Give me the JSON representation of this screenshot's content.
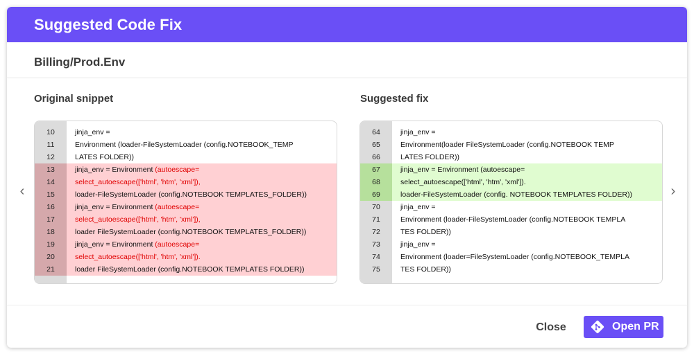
{
  "header": {
    "title": "Suggested Code Fix"
  },
  "subheader": {
    "title": "Billing/Prod.Env"
  },
  "original": {
    "title": "Original snippet",
    "lines": [
      {
        "num": "10",
        "text": "jinja_env =",
        "hl": "",
        "status": "normal"
      },
      {
        "num": "11",
        "text": "Environment (loader-FileSystemLoader (config.NOTEBOOK_TEMP",
        "hl": "",
        "status": "normal"
      },
      {
        "num": "12",
        "text": "LATES FOLDER))",
        "hl": "",
        "status": "normal"
      },
      {
        "num": "13",
        "text": "jinja_env = Environment ",
        "hl": "(autoescape=",
        "status": "removed"
      },
      {
        "num": "14",
        "text": "",
        "hl": "select_autoescape(['html', 'htm', 'xml']),",
        "status": "removed"
      },
      {
        "num": "15",
        "text": "loader-FileSystemLoader (config.NOTEBOOK TEMPLATES_FOLDER))",
        "hl": "",
        "status": "removed"
      },
      {
        "num": "16",
        "text": "jinja_env = Environment ",
        "hl": "(autoescape=",
        "status": "removed"
      },
      {
        "num": "17",
        "text": "",
        "hl": "select_autoescape(['html', 'htm', 'xml']),",
        "status": "removed"
      },
      {
        "num": "18",
        "text": "loader FileSystemLoader (config.NOTEBOOK TEMPLATES_FOLDER))",
        "hl": "",
        "status": "removed"
      },
      {
        "num": "19",
        "text": "jinja_env = Environment ",
        "hl": "(autoescape=",
        "status": "removed"
      },
      {
        "num": "20",
        "text": "",
        "hl": "select_autoescape(['html', 'htm', 'xml']).",
        "status": "removed"
      },
      {
        "num": "21",
        "text": "loader FileSystemLoader (config.NOTEBOOK TEMPLATES FOLDER))",
        "hl": "",
        "status": "removed"
      }
    ]
  },
  "suggested": {
    "title": "Suggested fix",
    "lines": [
      {
        "num": "64",
        "text": "jinja_env =",
        "status": "normal"
      },
      {
        "num": "65",
        "text": "Environment(loader FileSystemLoader (config.NOTEBOOK TEMP",
        "status": "normal"
      },
      {
        "num": "66",
        "text": "LATES FOLDER))",
        "status": "normal"
      },
      {
        "num": "67",
        "text": "jinja_env = Environment (autoescape=",
        "status": "added"
      },
      {
        "num": "68",
        "text": "select_autoescape(['html', 'htm', 'xml']).",
        "status": "added"
      },
      {
        "num": "69",
        "text": "loader-FileSystemLoader (config. NOTEBOOK TEMPLATES FOLDER))",
        "status": "added"
      },
      {
        "num": "70",
        "text": "jinja_env =",
        "status": "normal"
      },
      {
        "num": "71",
        "text": "Environment (loader-FileSystemLoader (config.NOTEBOOK TEMPLA",
        "status": "normal"
      },
      {
        "num": "72",
        "text": "TES FOLDER))",
        "status": "normal"
      },
      {
        "num": "73",
        "text": "jinja_env =",
        "status": "normal"
      },
      {
        "num": "74",
        "text": "Environment (loader=FileSystemLoader (config.NOTEBOOK_TEMPLA",
        "status": "normal"
      },
      {
        "num": "75",
        "text": "TES FOLDER))",
        "status": "normal"
      }
    ]
  },
  "nav": {
    "prev_icon": "‹",
    "next_icon": "›"
  },
  "footer": {
    "close_label": "Close",
    "open_pr_label": "Open PR"
  },
  "colors": {
    "accent": "#6a4ff6",
    "removed_bg": "#ffd0d3",
    "removed_gutter": "#d5a8ab",
    "added_bg": "#e0fcd0",
    "added_gutter": "#b6e09c",
    "removed_text": "#e00000"
  },
  "icons": {
    "open_pr": "git-diamond-icon"
  }
}
